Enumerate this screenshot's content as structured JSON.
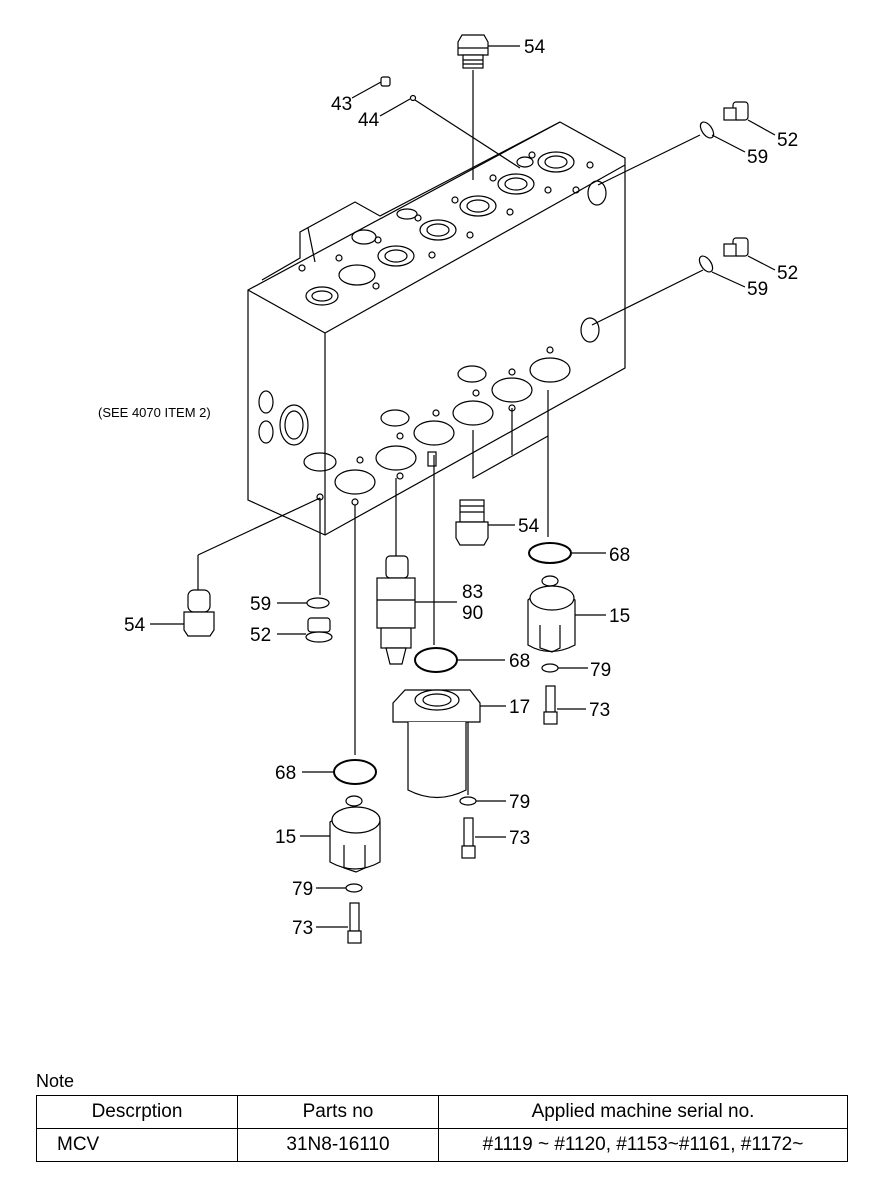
{
  "diagram": {
    "see_reference": "(SEE 4070 ITEM 2)",
    "callouts": [
      {
        "id": "c54a",
        "label": "54",
        "part": "plug"
      },
      {
        "id": "c43",
        "label": "43",
        "part": "plug"
      },
      {
        "id": "c44",
        "label": "44",
        "part": "ball"
      },
      {
        "id": "c52a",
        "label": "52",
        "part": "plug"
      },
      {
        "id": "c59a",
        "label": "59",
        "part": "o-ring"
      },
      {
        "id": "c52b",
        "label": "52",
        "part": "plug"
      },
      {
        "id": "c59b",
        "label": "59",
        "part": "o-ring"
      },
      {
        "id": "c54b",
        "label": "54",
        "part": "plug"
      },
      {
        "id": "c68a",
        "label": "68",
        "part": "o-ring"
      },
      {
        "id": "c83",
        "label": "83",
        "part": "relief-valve"
      },
      {
        "id": "c90",
        "label": "90",
        "part": "relief-valve"
      },
      {
        "id": "c15a",
        "label": "15",
        "part": "cover"
      },
      {
        "id": "c68b",
        "label": "68",
        "part": "o-ring"
      },
      {
        "id": "c79a",
        "label": "79",
        "part": "washer"
      },
      {
        "id": "c73a",
        "label": "73",
        "part": "bolt"
      },
      {
        "id": "c17",
        "label": "17",
        "part": "housing"
      },
      {
        "id": "c79b",
        "label": "79",
        "part": "washer"
      },
      {
        "id": "c73b",
        "label": "73",
        "part": "bolt"
      },
      {
        "id": "c54c",
        "label": "54",
        "part": "plug"
      },
      {
        "id": "c59c",
        "label": "59",
        "part": "o-ring"
      },
      {
        "id": "c52c",
        "label": "52",
        "part": "plug"
      },
      {
        "id": "c68c",
        "label": "68",
        "part": "o-ring"
      },
      {
        "id": "c15b",
        "label": "15",
        "part": "cover"
      },
      {
        "id": "c79c",
        "label": "79",
        "part": "washer"
      },
      {
        "id": "c73c",
        "label": "73",
        "part": "bolt"
      }
    ]
  },
  "note": {
    "title": "Note",
    "headers": [
      "Descrption",
      "Parts no",
      "Applied machine serial no."
    ],
    "rows": [
      [
        "MCV",
        "31N8-16110",
        "#1119 ~ #1120, #1153~#1161, #1172~"
      ]
    ]
  }
}
